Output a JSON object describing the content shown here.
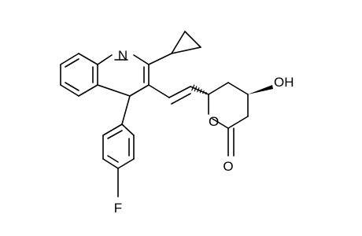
{
  "molecule": {
    "atom_labels": {
      "nitrogen": "N",
      "hydroxyl": "OH",
      "ring_oxygen": "O",
      "carbonyl_oxygen": "O",
      "fluorine": "F"
    },
    "stereo_bonds": {
      "to_hydroxyl": "wedge",
      "to_vinyl": "hash"
    },
    "colors": {
      "bonds": "#000000",
      "labels": "#000000",
      "background": "#ffffff"
    }
  }
}
